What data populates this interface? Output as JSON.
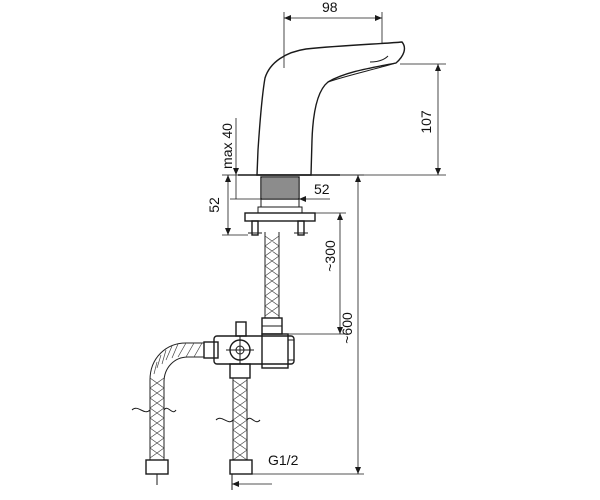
{
  "dimensions": {
    "spout_reach": "98",
    "spout_height": "107",
    "max_deck_thickness": "max 40",
    "mounting_hole_diameter": "52",
    "shank_height": "52",
    "hose_length_upper": "~300",
    "hose_length_total": "~600",
    "connection_thread": "G1/2"
  }
}
